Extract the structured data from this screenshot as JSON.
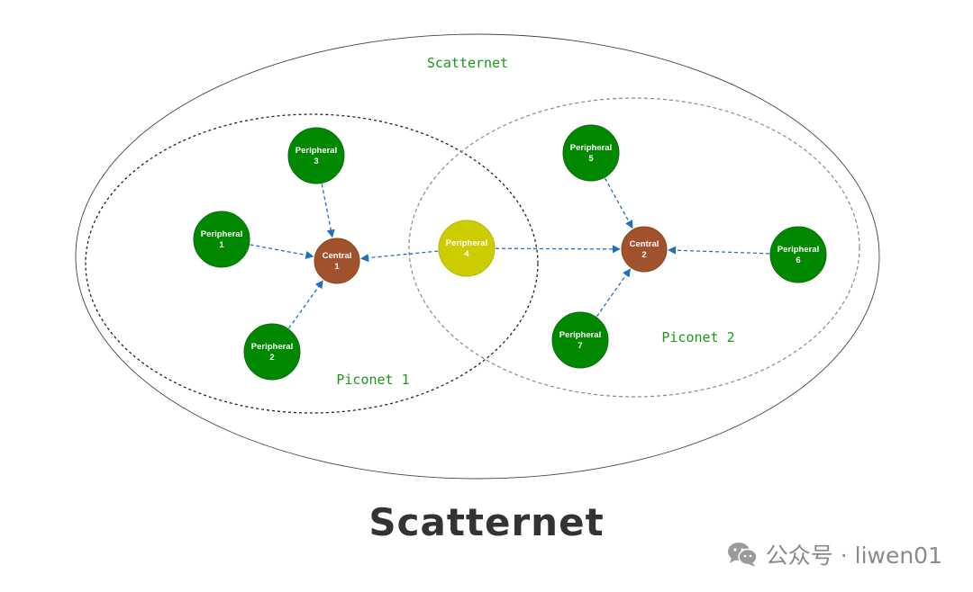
{
  "diagram": {
    "outer_label": "Scatternet",
    "piconets": [
      {
        "id": "piconet1",
        "label": "Piconet 1"
      },
      {
        "id": "piconet2",
        "label": "Piconet 2"
      }
    ],
    "nodes": [
      {
        "id": "p1",
        "role": "peripheral",
        "line1": "Peripheral",
        "line2": "1",
        "color": "#008800"
      },
      {
        "id": "p2",
        "role": "peripheral",
        "line1": "Peripheral",
        "line2": "2",
        "color": "#008800"
      },
      {
        "id": "p3",
        "role": "peripheral",
        "line1": "Peripheral",
        "line2": "3",
        "color": "#008800"
      },
      {
        "id": "p4",
        "role": "peripheral",
        "line1": "Peripheral",
        "line2": "4",
        "color": "#cccc00"
      },
      {
        "id": "p5",
        "role": "peripheral",
        "line1": "Peripheral",
        "line2": "5",
        "color": "#008800"
      },
      {
        "id": "p6",
        "role": "peripheral",
        "line1": "Peripheral",
        "line2": "6",
        "color": "#008800"
      },
      {
        "id": "p7",
        "role": "peripheral",
        "line1": "Peripheral",
        "line2": "7",
        "color": "#008800"
      },
      {
        "id": "c1",
        "role": "central",
        "line1": "Central",
        "line2": "1",
        "color": "#a0522d"
      },
      {
        "id": "c2",
        "role": "central",
        "line1": "Central",
        "line2": "2",
        "color": "#a0522d"
      }
    ],
    "edges": [
      {
        "from": "p1",
        "to": "c1"
      },
      {
        "from": "p2",
        "to": "c1"
      },
      {
        "from": "p3",
        "to": "c1"
      },
      {
        "from": "p4",
        "to": "c1"
      },
      {
        "from": "p4",
        "to": "c2"
      },
      {
        "from": "p5",
        "to": "c2"
      },
      {
        "from": "p6",
        "to": "c2"
      },
      {
        "from": "p7",
        "to": "c2"
      }
    ],
    "colors": {
      "label_green": "#1a9a1a",
      "arrow_blue": "#1f6fc5",
      "node_text": "#ffffff"
    }
  },
  "caption": "Scatternet",
  "watermark": {
    "icon": "wechat-icon",
    "text": "公众号 · liwen01"
  }
}
